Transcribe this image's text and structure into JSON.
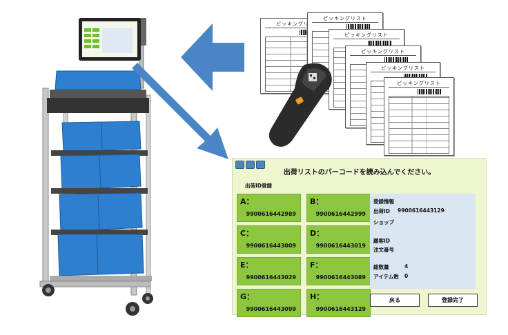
{
  "screen": {
    "title": "出荷リストのバーコードを読み込んでください。",
    "section_label": "出荷ID登録"
  },
  "slots": [
    {
      "label": "A：",
      "value": "9900616442989"
    },
    {
      "label": "B：",
      "value": "9900616442999"
    },
    {
      "label": "C：",
      "value": "9900616443009"
    },
    {
      "label": "D：",
      "value": "9900616443019"
    },
    {
      "label": "E：",
      "value": "9900616443029"
    },
    {
      "label": "F：",
      "value": "9900616443089"
    },
    {
      "label": "G：",
      "value": "9900616443099"
    },
    {
      "label": "H：",
      "value": "9900616443129"
    }
  ],
  "info": {
    "header": "登録情報",
    "shipment_id_label": "出荷ID",
    "shipment_id_value": "9900616443129",
    "shop_label": "ショップ",
    "customer_id_label": "顧客ID",
    "order_no_label": "注文番号",
    "total_qty_label": "総数量",
    "total_qty_value": "4",
    "item_count_label": "アイテム数",
    "item_count_value": "0"
  },
  "buttons": {
    "back": "戻る",
    "complete": "登録完了"
  },
  "picking_list": {
    "title": "ピッキングリスト"
  },
  "colors": {
    "arrow": "#4a86c6",
    "panel_bg": "#eef6d0",
    "slot_bg": "#8dc63f",
    "info_bg": "#d9e5f0",
    "bin": "#2f7fd0"
  }
}
